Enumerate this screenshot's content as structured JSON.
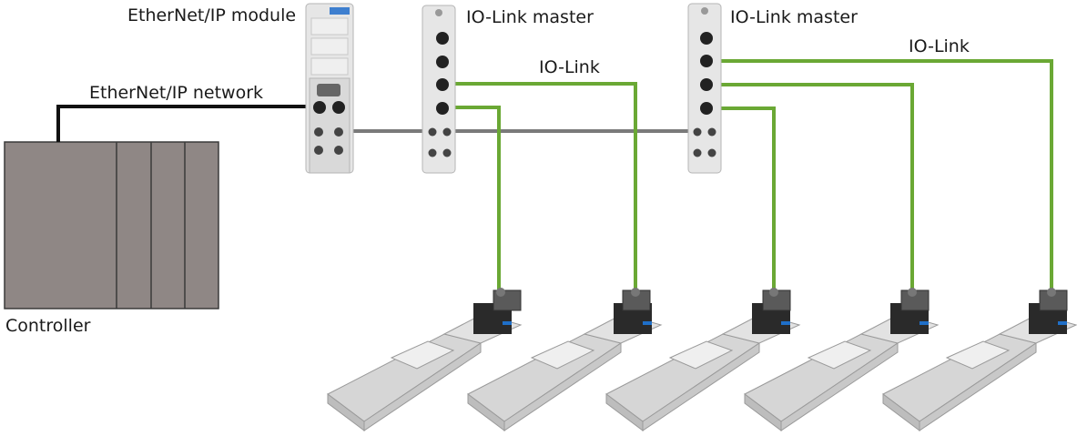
{
  "labels": {
    "ethernet_ip_module": "EtherNet/IP module",
    "io_link_master_1": "IO-Link master",
    "io_link_master_2": "IO-Link master",
    "io_link_1": "IO-Link",
    "io_link_2": "IO-Link",
    "ethernet_ip_network": "EtherNet/IP network",
    "controller": "Controller"
  },
  "colors": {
    "ethernet_cable": "#111111",
    "io_link_cable": "#6aa834",
    "bus_cable": "#7a7a7a",
    "controller_fill": "#8f8785",
    "controller_stroke": "#3a3a3a",
    "module_body": "#e6e6e6",
    "axis_body": "#dcdcdc",
    "motor": "#2a2a2a",
    "accent_blue": "#1f6fc8"
  },
  "components": {
    "actuator_count": 5,
    "io_link_master_count": 2
  }
}
